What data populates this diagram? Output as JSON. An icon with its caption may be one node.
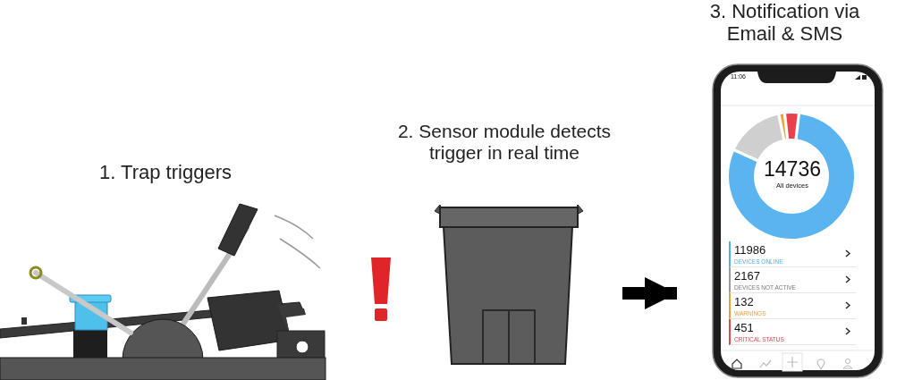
{
  "diagram": {
    "nodes": [
      {
        "text": [
          "1. Trap triggers"
        ]
      },
      {
        "text": [
          "2. Sensor module detects trigger in real time"
        ]
      },
      {
        "text": [
          "3. Notification via Email & SMS"
        ]
      },
      {
        "text": [
          "11986",
          "DEVICES ONLINE"
        ],
        "in": 2
      },
      {
        "text": [
          "2167",
          "DEVICES NOT ACTIVE"
        ],
        "in": 2
      },
      {
        "text": [
          "132",
          "WARNINGS"
        ],
        "in": 2
      },
      {
        "text": [
          "451",
          "CRITICAL STATUS"
        ],
        "in": 2
      }
    ],
    "edges": [
      {
        "from": 1,
        "to": 2,
        "arrow": "to"
      }
    ],
    "labels": [
      "11:06",
      "14736",
      "All devices"
    ]
  }
}
